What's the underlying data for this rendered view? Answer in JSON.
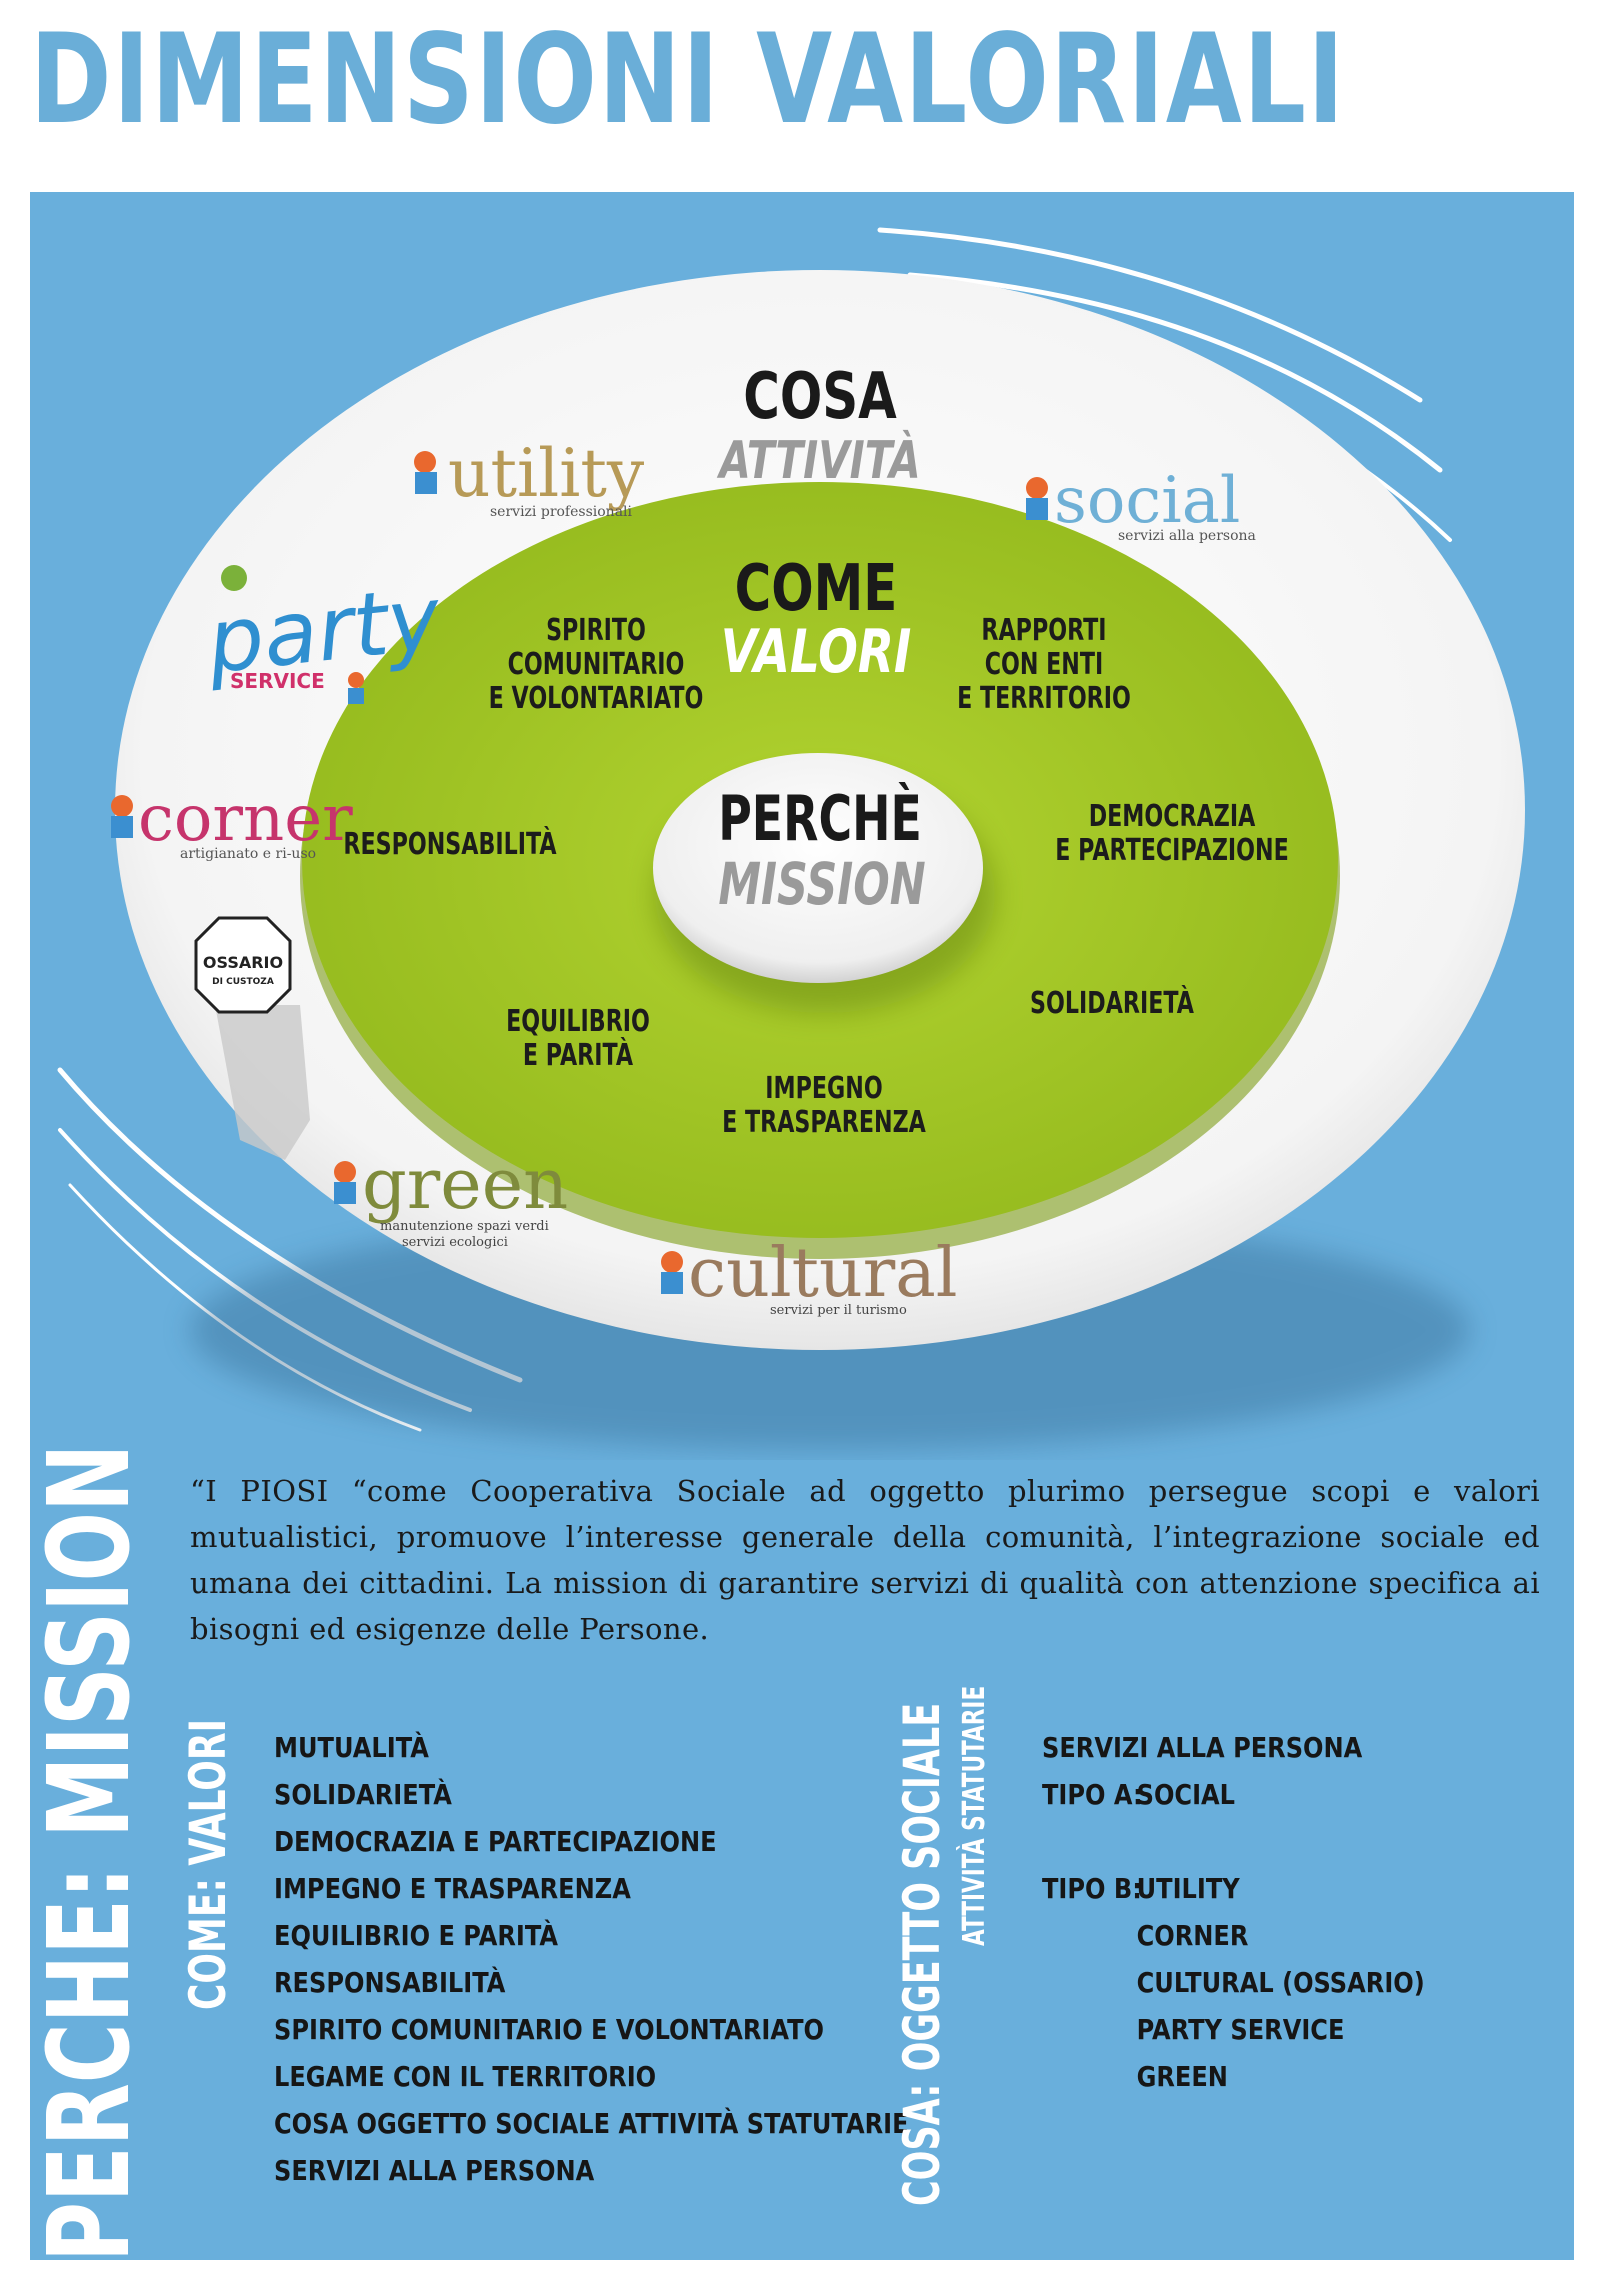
{
  "title": "DIMENSIONI VALORIALI",
  "colors": {
    "panel": "#69afdc",
    "outer_ring": "#ffffff",
    "inner_ring": "#9fc31f",
    "title": "#6aaed8"
  },
  "diagram": {
    "outer": {
      "label_top": "COSA",
      "label_bottom": "ATTIVITÀ"
    },
    "middle": {
      "label_top": "COME",
      "label_bottom": "VALORI",
      "values": [
        {
          "line1": "SPIRITO",
          "line2": "COMUNITARIO",
          "line3": "E VOLONTARIATO"
        },
        {
          "line1": "RAPPORTI",
          "line2": "CON ENTI",
          "line3": "E TERRITORIO"
        },
        {
          "line1": "RESPONSABILITÀ"
        },
        {
          "line1": "DEMOCRAZIA",
          "line2": "E PARTECIPAZIONE"
        },
        {
          "line1": "SOLIDARIETÀ"
        },
        {
          "line1": "EQUILIBRIO",
          "line2": "E PARITÀ"
        },
        {
          "line1": "IMPEGNO",
          "line2": "E TRASPARENZA"
        }
      ]
    },
    "center": {
      "label_top": "PERCHÈ",
      "label_bottom": "MISSION"
    },
    "brands": [
      {
        "name": "utility",
        "tagline": "servizi professionali",
        "color": "#b79a57",
        "badge": "piosi"
      },
      {
        "name": "social",
        "tagline": "servizi alla persona",
        "color": "#6fb0d6",
        "badge": "piosi"
      },
      {
        "name": "party",
        "tagline": "SERVICE",
        "color": "#2f8fd0",
        "badge": "piosi"
      },
      {
        "name": "corner",
        "tagline": "artigianato e ri-uso",
        "color": "#c6346c",
        "badge": "piosi"
      },
      {
        "name": "OSSARIO",
        "tagline": "DI CUSTOZA",
        "color": "#222222"
      },
      {
        "name": "green",
        "tagline1": "manutenzione spazi verdi",
        "tagline2": "servizi ecologici",
        "color": "#7f8b3c",
        "badge": "piosi"
      },
      {
        "name": "cultural",
        "tagline": "servizi per il turismo",
        "color": "#9a7b5e",
        "badge": "piosi"
      }
    ]
  },
  "side_label": "PERCHE: MISSION",
  "intro_text": "“I PIOSI “come Cooperativa Sociale ad oggetto plurimo persegue scopi e valori mutualistici, promuove l’interesse generale della comunità, l’integrazione sociale ed umana dei cittadini. La mission di garantire servizi di qualità con attenzione specifica ai bisogni ed esigenze delle Persone.",
  "values_section": {
    "label": "COME: VALORI",
    "items": [
      "MUTUALITÀ",
      "SOLIDARIETÀ",
      "DEMOCRAZIA E PARTECIPAZIONE",
      "IMPEGNO E TRASPARENZA",
      "EQUILIBRIO E PARITÀ",
      "RESPONSABILITÀ",
      "SPIRITO COMUNITARIO E VOLONTARIATO",
      "LEGAME CON IL TERRITORIO",
      "COSA OGGETTO SOCIALE ATTIVITÀ STATUTARIE",
      "SERVIZI ALLA PERSONA"
    ]
  },
  "object_section": {
    "label": "COSA: OGGETTO SOCIALE",
    "sublabel": "ATTIVITÀ STATUTARIE",
    "heading": "SERVIZI ALLA PERSONA",
    "type_a_label": "TIPO A:",
    "type_a_items": [
      "SOCIAL"
    ],
    "type_b_label": "TIPO B:",
    "type_b_items": [
      "UTILITY",
      "CORNER",
      "CULTURAL (OSSARIO)",
      "PARTY SERVICE",
      "GREEN"
    ]
  }
}
